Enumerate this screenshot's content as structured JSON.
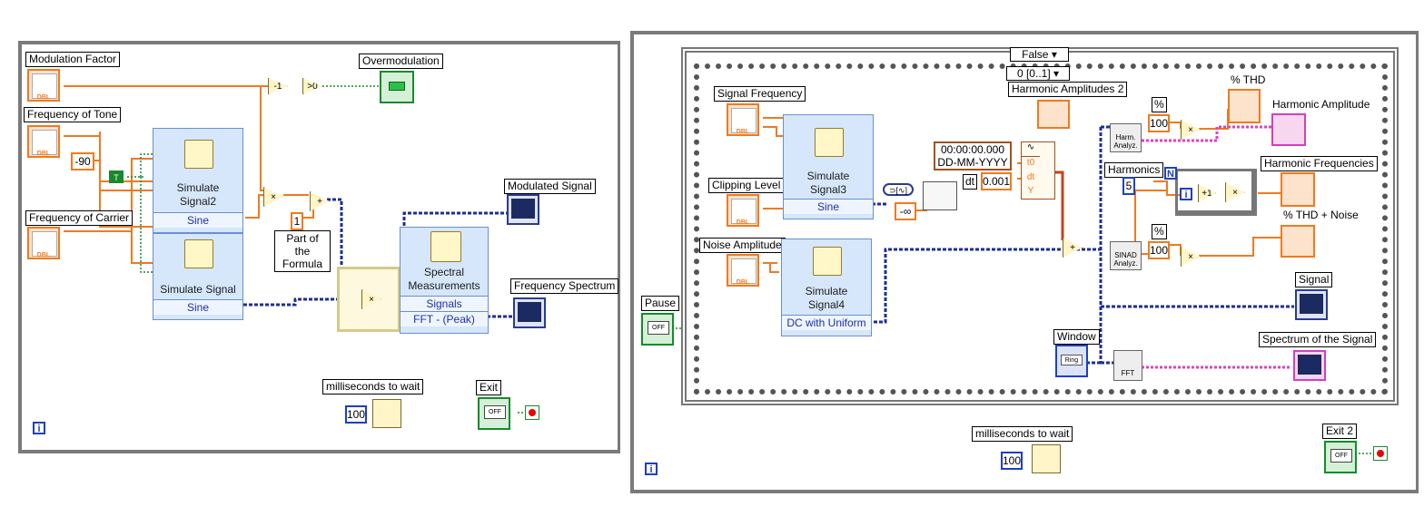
{
  "left_panel": {
    "labels": {
      "modulation_factor": "Modulation Factor",
      "overmodulation": "Overmodulation",
      "frequency_of_tone": "Frequency of Tone",
      "frequency_of_carrier": "Frequency of Carrier",
      "modulated_signal": "Modulated Signal",
      "frequency_spectrum": "Frequency Spectrum",
      "milliseconds_to_wait": "milliseconds to wait",
      "exit": "Exit"
    },
    "constants": {
      "minus_ninety": "-90",
      "one": "1",
      "hundred": "100",
      "true_const": "T"
    },
    "part_of_formula": "Part of the\nFormula",
    "simulate_signal2": {
      "title": "Simulate\nSignal2",
      "mode": "Sine"
    },
    "simulate_signal": {
      "title": "Simulate Signal",
      "mode": "Sine"
    },
    "spectral": {
      "title": "Spectral\nMeasurements",
      "row1": "Signals",
      "row2": "FFT - (Peak)"
    }
  },
  "right_panel": {
    "case_selector": "False",
    "sequence_selector": "0 [0..1]",
    "labels": {
      "pause": "Pause",
      "signal_frequency": "Signal  Frequency",
      "clipping_level": "Clipping Level",
      "noise_amplitude": "Noise Amplitude",
      "harmonic_amplitudes_2": "Harmonic Amplitudes 2",
      "thd": "% THD",
      "harmonic_amplitude": "Harmonic Amplitude",
      "harmonics": "Harmonics",
      "harmonic_frequencies": "Harmonic Frequencies",
      "thd_noise": "% THD + Noise",
      "signal": "Signal",
      "spectrum_of_signal": "Spectrum of the Signal",
      "window": "Window",
      "milliseconds_to_wait": "milliseconds to wait",
      "exit2": "Exit 2",
      "percent_a": "%",
      "percent_b": "%"
    },
    "constants": {
      "timestamp_time": "00:00:00.000",
      "timestamp_date": "DD-MM-YYYY",
      "dt_label": "dt",
      "dt_value": "0.001",
      "neg_inf": "-∞",
      "hundred_a": "100",
      "hundred_b": "100",
      "harmonics_value": "5",
      "wait_value": "100",
      "n_label": "N",
      "i_label": "i"
    },
    "build_wf": {
      "t0": "t0",
      "dt": "dt",
      "y": "Y"
    },
    "simulate_signal3": {
      "title": "Simulate\nSignal3",
      "mode": "Sine"
    },
    "simulate_signal4": {
      "title": "Simulate\nSignal4",
      "mode": "DC with Uniform"
    },
    "subvis": {
      "harm": "Harm.\nAnalyz.",
      "sinad": "SINAD\nAnalyz.",
      "fft": "FFT"
    }
  },
  "colors": {
    "orange_wire": "#f07a1e",
    "blue_wire": "#1f2f8f",
    "pink_wire": "#e040c0",
    "green_wire": "#178a2c"
  }
}
